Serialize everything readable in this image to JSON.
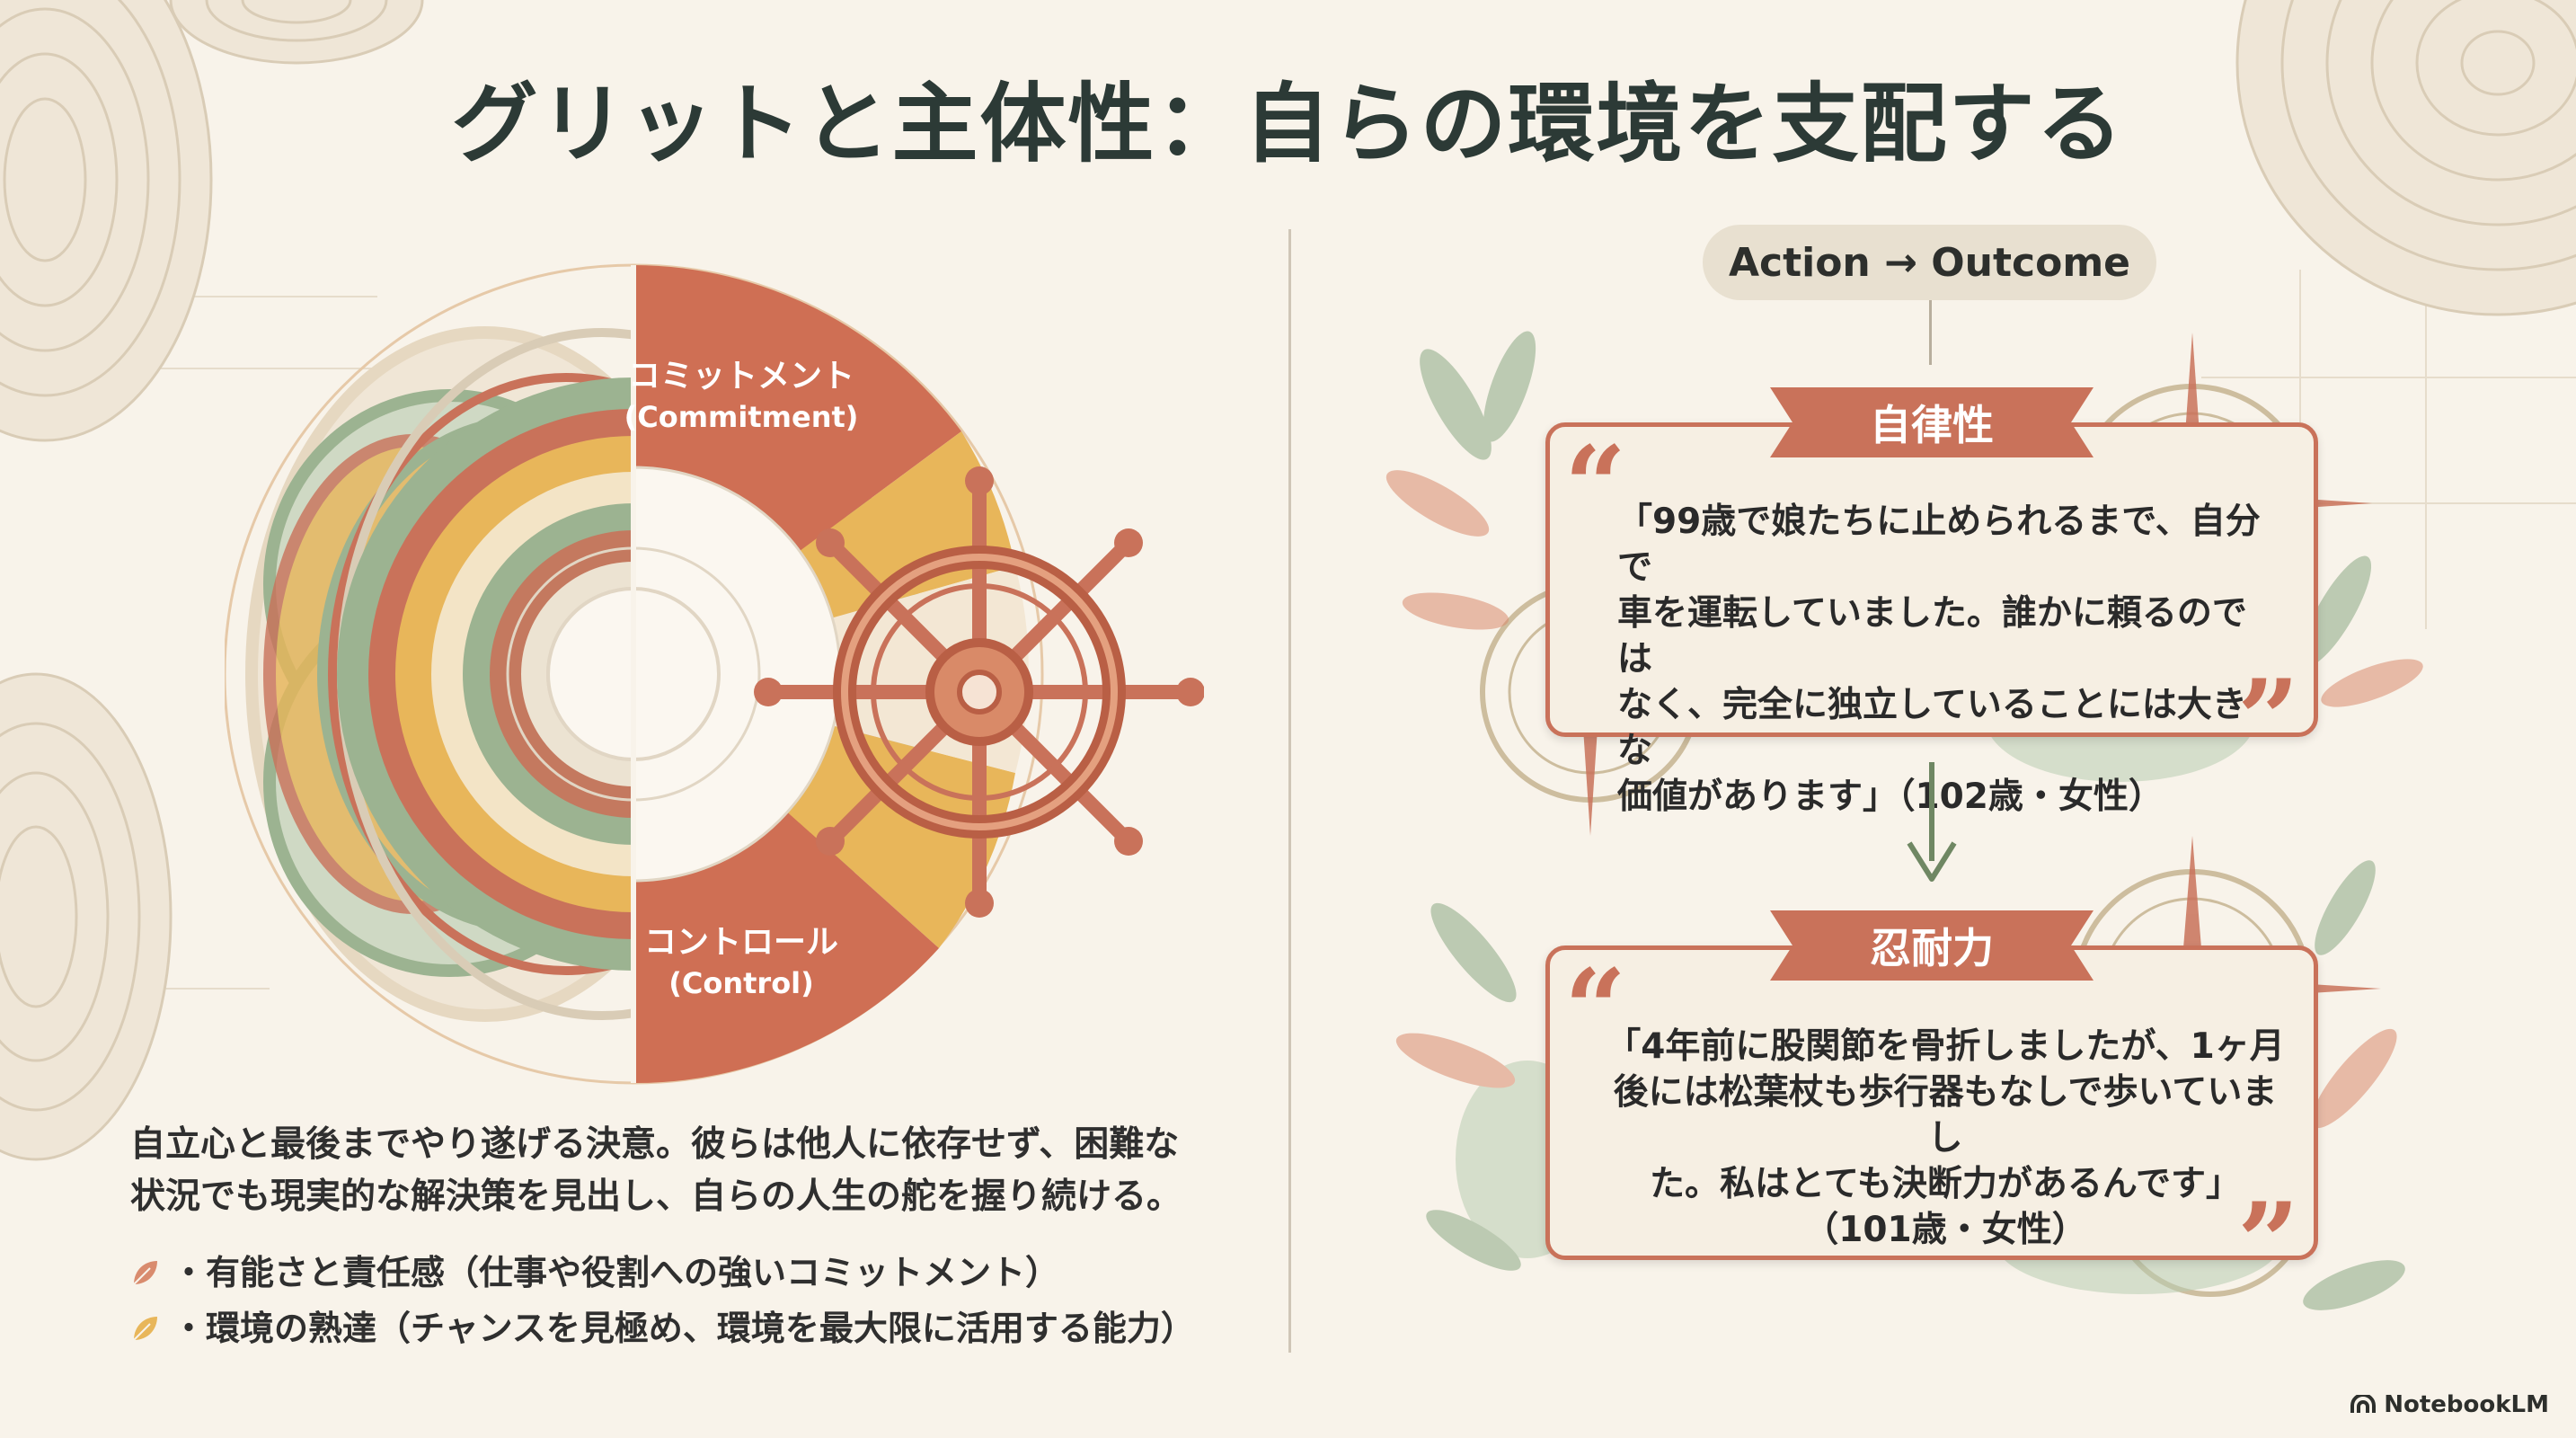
{
  "title": "グリットと主体性：自らの環境を支配する",
  "diagram": {
    "commitment_label": "コミットメント",
    "commitment_sub": "(Commitment)",
    "control_label": "コントロール",
    "control_sub": "(Control)"
  },
  "description": "自立心と最後までやり遂げる決意。彼らは他人に依存せず、困難な状況でも現実的な解決策を見出し、自らの人生の舵を握り続ける。",
  "bullets": [
    "・有能さと責任感（仕事や役割への強いコミットメント）",
    "・環境の熟達（チャンスを見極め、環境を最大限に活用する能力）"
  ],
  "flow_label": "Action → Outcome",
  "cards": [
    {
      "heading": "自律性",
      "quote_lines": [
        "「99歳で娘たちに止められるまで、自分で",
        "車を運転していました。誰かに頼るのでは",
        "なく、完全に独立していることには大きな",
        "価値があります」（102歳・女性）"
      ]
    },
    {
      "heading": "忍耐力",
      "quote_lines": [
        "「4年前に股関節を骨折しましたが、1ヶ月",
        "後には松葉杖も歩行器もなしで歩いていまし",
        "た。私はとても決断力があるんです」",
        "（101歳・女性）"
      ]
    }
  ],
  "brand": "NotebookLM",
  "colors": {
    "terracotta": "#c9725a",
    "sage": "#9cb391",
    "mustard": "#e8b65a",
    "background": "#f8f3ea",
    "title": "#2c3a36"
  }
}
